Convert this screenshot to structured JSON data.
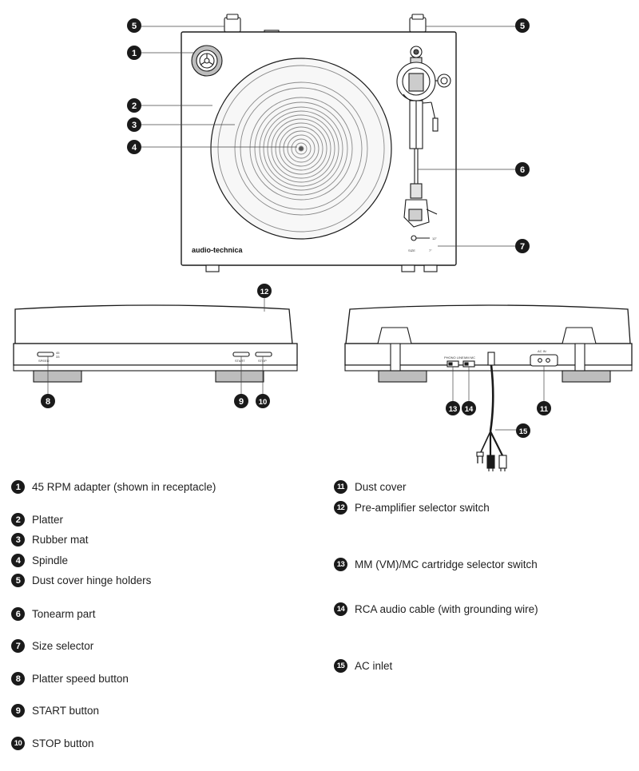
{
  "figure": {
    "brand": "audio-technica",
    "speed_marks": [
      "45",
      "33"
    ],
    "size_marks": [
      "12\"",
      "7\""
    ],
    "size_label": "SIZE",
    "speed_label": "SPEED",
    "start_label": "START",
    "stop_label": "STOP",
    "phono_line_label": "PHONO  LINE",
    "mm_mc_label": "MM  MC",
    "ac_in_label": "AC IN",
    "callouts": [
      "1",
      "2",
      "3",
      "4",
      "5",
      "5",
      "6",
      "7",
      "8",
      "9",
      "10",
      "11",
      "12",
      "13",
      "14",
      "15"
    ]
  },
  "legend": {
    "items": [
      {
        "num": "1",
        "label": "45 RPM adapter (shown in receptacle)"
      },
      {
        "num": "2",
        "label": "Platter"
      },
      {
        "num": "3",
        "label": "Rubber mat"
      },
      {
        "num": "4",
        "label": "Spindle"
      },
      {
        "num": "5",
        "label": "Dust cover hinge holders"
      },
      {
        "num": "6",
        "label": "Tonearm part"
      },
      {
        "num": "7",
        "label": "Size selector"
      },
      {
        "num": "8",
        "label": "Platter speed button"
      },
      {
        "num": "9",
        "label": "START button"
      },
      {
        "num": "10",
        "label": "STOP button"
      },
      {
        "num": "11",
        "label": "Dust cover"
      },
      {
        "num": "12",
        "label": "Pre-amplifier selector switch"
      },
      {
        "num": "13",
        "label": "MM (VM)/MC cartridge selector switch"
      },
      {
        "num": "14",
        "label": "RCA audio cable (with grounding wire)"
      },
      {
        "num": "15",
        "label": "AC inlet"
      }
    ]
  }
}
